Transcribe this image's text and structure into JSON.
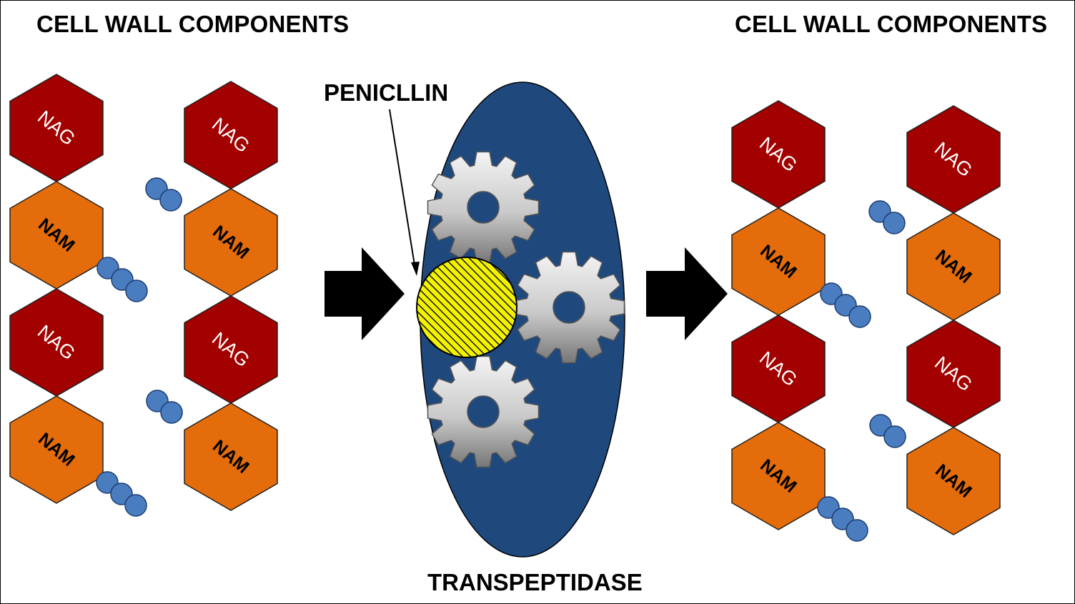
{
  "titles": {
    "left": "CELL WALL COMPONENTS",
    "right": "CELL WALL COMPONENTS"
  },
  "labels": {
    "penicillin": "PENICLLIN",
    "enzyme": "TRANSPEPTIDASE"
  },
  "sugars": {
    "nag": "NAG",
    "nam": "NAM"
  },
  "colors": {
    "nag": "#a30000",
    "nam": "#e46c0a",
    "peptide": "#4a7cc0",
    "enzyme": "#1f497d",
    "penicillin": "#f2f200",
    "gear": "#b0b0b0",
    "arrow": "#000000"
  },
  "icons": {
    "gears": [
      "gear-icon",
      "gear-icon",
      "gear-icon"
    ],
    "penicillin": "hatched-circle-icon",
    "process_arrows": [
      "right-arrow-icon",
      "right-arrow-icon"
    ]
  }
}
